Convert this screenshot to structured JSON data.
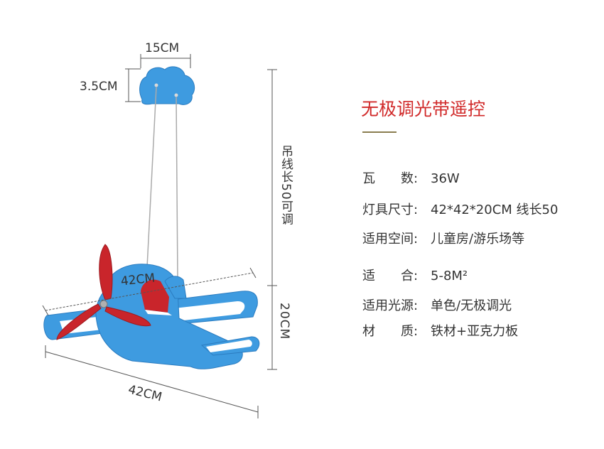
{
  "dimensions": {
    "canopy_width": "15CM",
    "canopy_height": "3.5CM",
    "cable_length": "吊线长50可调",
    "lamp_width": "42CM",
    "lamp_depth": "42CM",
    "lamp_height": "20CM"
  },
  "headline": "无极调光带遥控",
  "specs": [
    {
      "label": "瓦　　数:",
      "value": "36W"
    },
    {
      "label": "灯具尺寸:",
      "value": "42*42*20CM 线长50"
    },
    {
      "label": "适用空间:",
      "value": "儿童房/游乐场等"
    },
    {
      "label": "适　　合:",
      "value": "5-8M²"
    },
    {
      "label": "适用光源:",
      "value": "单色/无极调光"
    },
    {
      "label": "材　　质:",
      "value": "铁材+亚克力板"
    }
  ],
  "colors": {
    "accent": "#d12a2a",
    "lamp_blue": "#3e9be0",
    "propeller_red": "#c9252b"
  }
}
